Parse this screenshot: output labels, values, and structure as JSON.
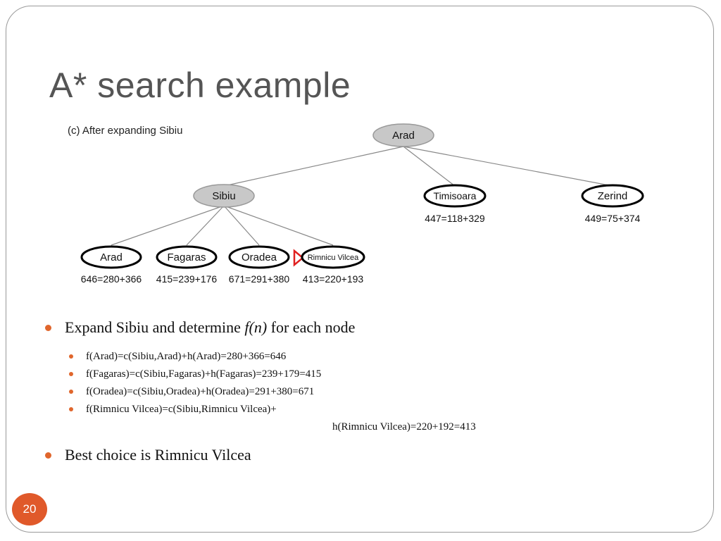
{
  "slide": {
    "title": "A* search example",
    "page_number": "20"
  },
  "diagram": {
    "caption": "(c) After expanding Sibiu",
    "nodes": {
      "root": {
        "label": "Arad"
      },
      "sibiu": {
        "label": "Sibiu"
      },
      "timisoara": {
        "label": "Timisoara",
        "value": "447=118+329"
      },
      "zerind": {
        "label": "Zerind",
        "value": "449=75+374"
      },
      "arad2": {
        "label": "Arad",
        "value": "646=280+366"
      },
      "fagaras": {
        "label": "Fagaras",
        "value": "415=239+176"
      },
      "oradea": {
        "label": "Oradea",
        "value": "671=291+380"
      },
      "rimnicu": {
        "label": "Rimnicu Vilcea",
        "value": "413=220+193"
      }
    },
    "colors": {
      "expanded_fill": "#c8c8c8",
      "marker": "#e02020"
    }
  },
  "bullets": {
    "b1_pre": "Expand Sibiu and determine ",
    "b1_italic": "f(n)",
    "b1_post": " for each node",
    "sub": [
      "f(Arad)=c(Sibiu,Arad)+h(Arad)=280+366=646",
      "f(Fagaras)=c(Sibiu,Fagaras)+h(Fagaras)=239+179=415",
      "f(Oradea)=c(Sibiu,Oradea)+h(Oradea)=291+380=671",
      "f(Rimnicu Vilcea)=c(Sibiu,Rimnicu Vilcea)+"
    ],
    "sub_cont": "h(Rimnicu Vilcea)=220+192=413",
    "b2": "Best choice is Rimnicu Vilcea"
  }
}
